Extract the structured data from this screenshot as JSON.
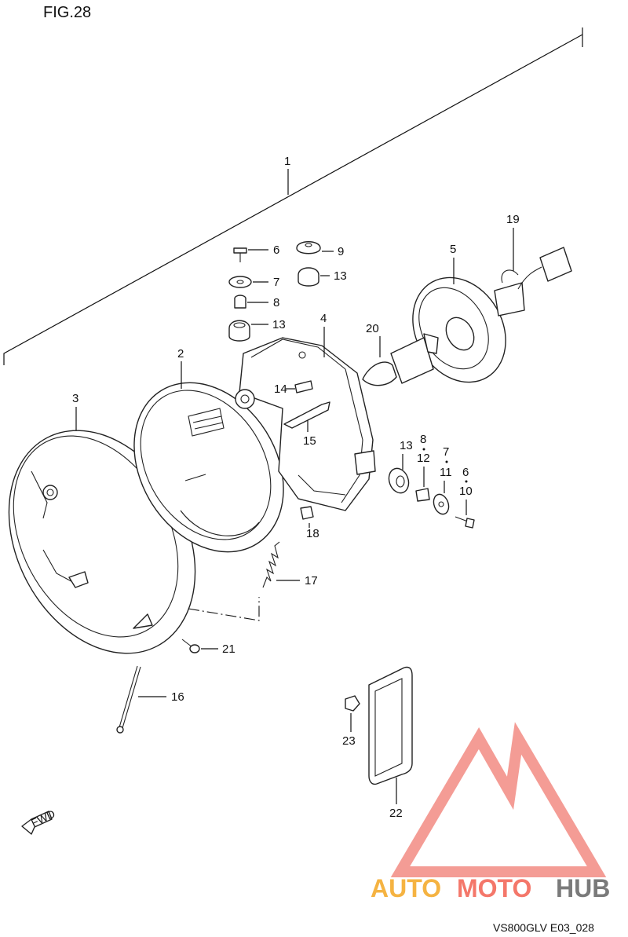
{
  "figure": {
    "title": "FIG.28",
    "code": "VS800GLV E03_028"
  },
  "callouts": [
    "1",
    "2",
    "3",
    "4",
    "5",
    "6",
    "7",
    "8",
    "9",
    "13",
    "14",
    "15",
    "13",
    "8",
    "12",
    "7",
    "11",
    "6",
    "10",
    "17",
    "18",
    "19",
    "20",
    "21",
    "16",
    "23",
    "22"
  ],
  "fwd_label": "FWD",
  "watermark": {
    "part1": "AUTO",
    "part2": "MOTO",
    "part3": "HUB",
    "colors": {
      "auto": "#f5b342",
      "moto": "#f4776a",
      "hub": "#7a7a7a",
      "logo": "#f28b82"
    }
  }
}
